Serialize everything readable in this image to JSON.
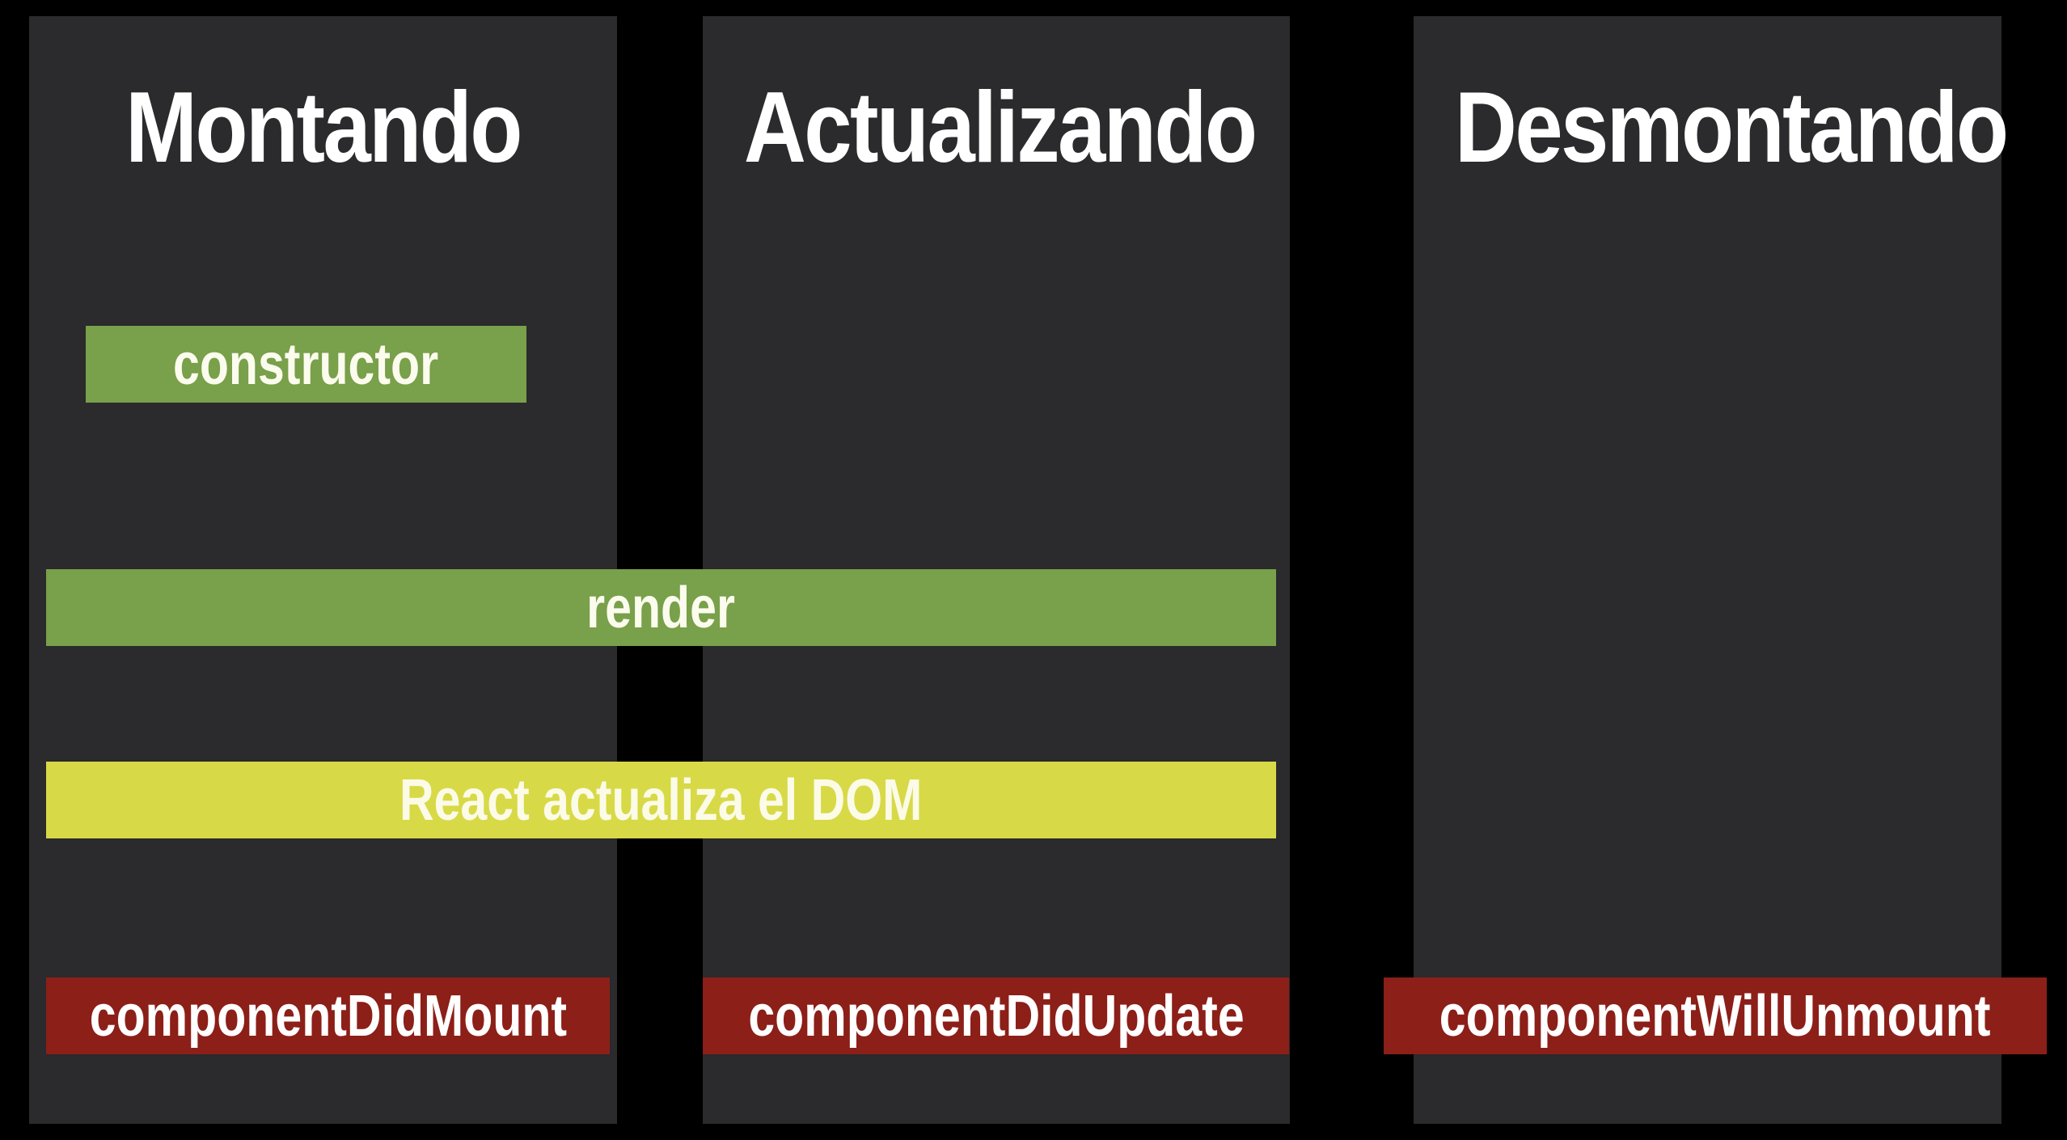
{
  "phases": {
    "mounting": "Montando",
    "updating": "Actualizando",
    "unmounting": "Desmontando"
  },
  "methods": {
    "constructor": "constructor",
    "render": "render",
    "dom_update": "React actualiza el DOM",
    "did_mount": "componentDidMount",
    "did_update": "componentDidUpdate",
    "will_unmount": "componentWillUnmount"
  },
  "colors": {
    "background": "#000000",
    "column": "#2b2a2c",
    "green": "#79a04a",
    "yellow": "#d8d946",
    "red": "#8c1f18",
    "text": "#ffffff"
  }
}
